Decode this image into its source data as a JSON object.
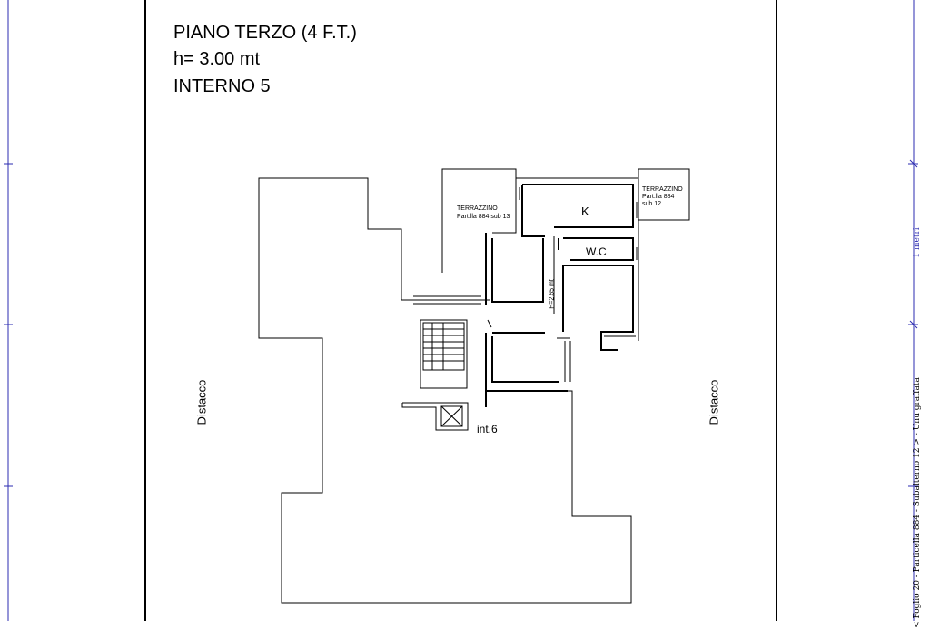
{
  "header": {
    "line1": "PIANO TERZO (4 F.T.)",
    "line2": "h= 3.00 mt",
    "line3": "INTERNO 5"
  },
  "labels": {
    "terrace_left_1": "TERRAZZINO",
    "terrace_left_2": "Part.lla 884 sub 13",
    "terrace_right_1": "TERRAZZINO",
    "terrace_right_2": "Part.lla 884",
    "terrace_right_3": "sub 12",
    "kitchen": "K",
    "wc": "W.C",
    "height_note": "H=2.65 mt",
    "neighbor": "int.6",
    "distacco_left": "Distacco",
    "distacco_right": "Distacco"
  },
  "margin": {
    "scale": "1 metri",
    "footer": "< Foglio 20 - Particella 884 - Subalterno 12 > - Unu graffata"
  },
  "colors": {
    "margin_line": "#2b2bb0",
    "wall": "#000000"
  }
}
